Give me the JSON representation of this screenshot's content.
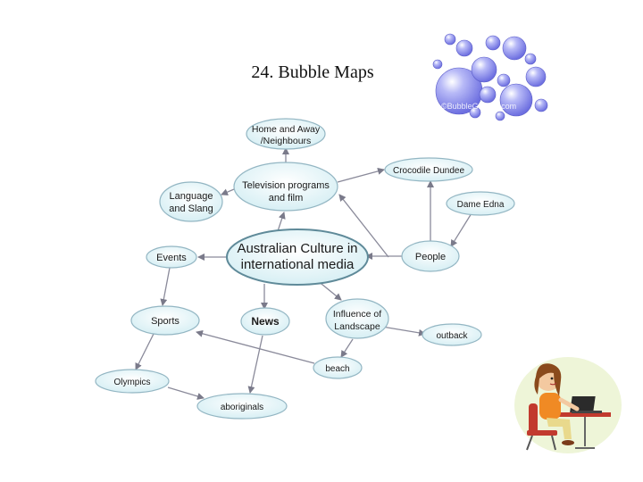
{
  "slide": {
    "title": "24. Bubble Maps"
  },
  "map": {
    "center": [
      "Australian Culture in",
      "international media"
    ],
    "nodes": {
      "home_away": [
        "Home and Away",
        "/Neighbours"
      ],
      "tv": [
        "Television programs",
        "and film"
      ],
      "crocodile": [
        "Crocodile Dundee"
      ],
      "dame_edna": [
        "Dame Edna"
      ],
      "language": [
        "Language",
        "and Slang"
      ],
      "events": [
        "Events"
      ],
      "people": [
        "People"
      ],
      "sports": [
        "Sports"
      ],
      "news": [
        "News"
      ],
      "landscape": [
        "Influence of",
        "Landscape"
      ],
      "outback": [
        "outback"
      ],
      "beach": [
        "beach"
      ],
      "olympics": [
        "Olympics"
      ],
      "aboriginals": [
        "aboriginals"
      ]
    }
  },
  "clipart": {
    "bubbles_icon": "bubbles-clipart",
    "bubbles_watermark": "©BubbleGarden.com",
    "girl_icon": "girl-at-laptop-clipart"
  },
  "colors": {
    "bubble_fill": "#d9f2f6",
    "bubble_stroke": "#8fb2bf",
    "arrow": "#8a8a9a",
    "clip_bubble": "#7d7fe8"
  }
}
